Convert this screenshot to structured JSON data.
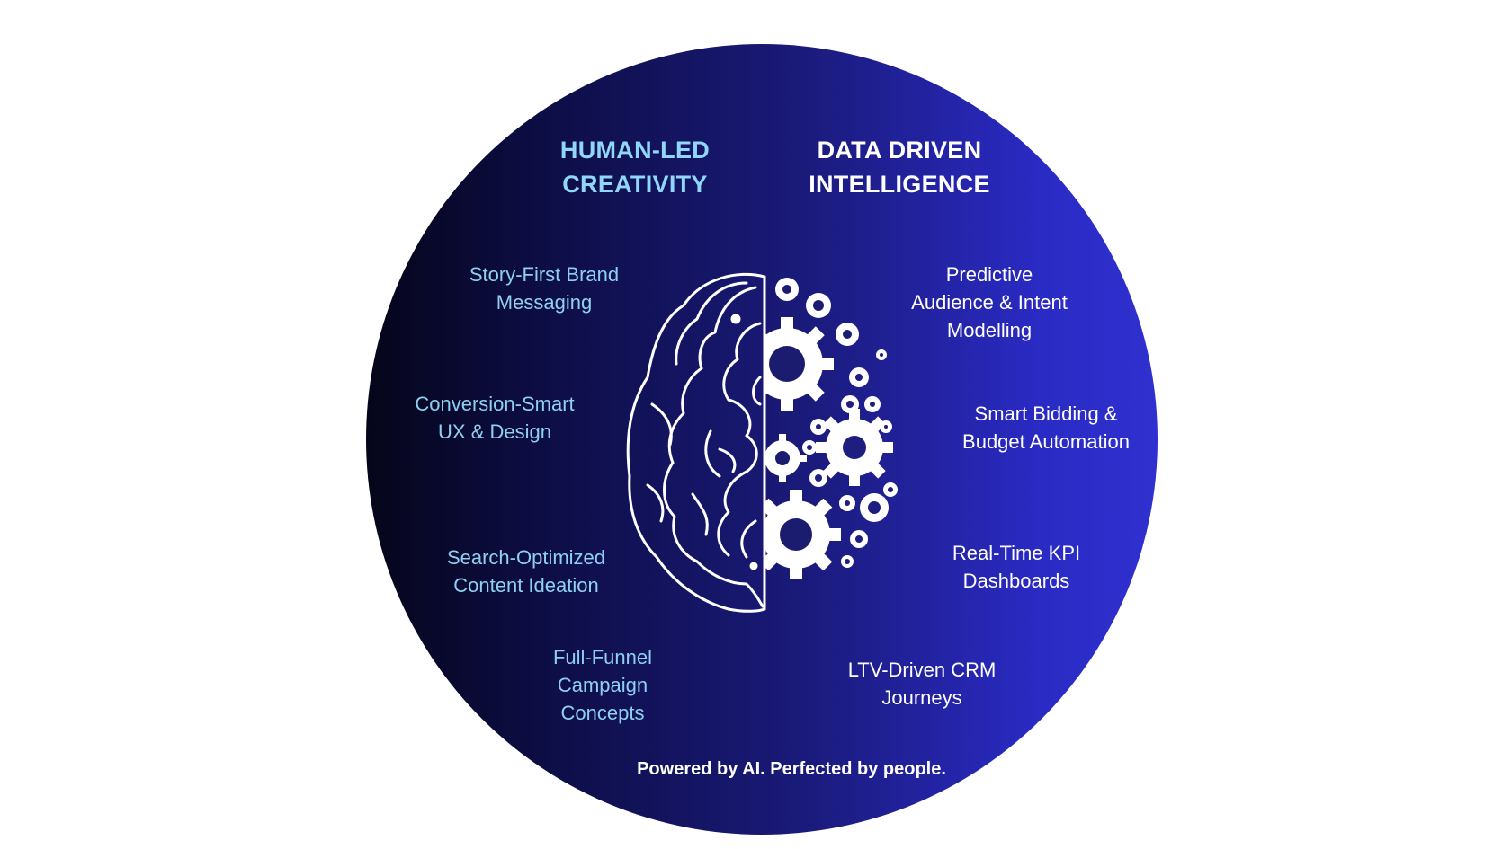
{
  "headings": {
    "left": "HUMAN-LED\nCREATIVITY",
    "right": "DATA DRIVEN\nINTELLIGENCE"
  },
  "left_items": [
    "Story-First Brand\nMessaging",
    "Conversion-Smart\nUX & Design",
    "Search-Optimized\nContent Ideation",
    "Full-Funnel\nCampaign\nConcepts"
  ],
  "right_items": [
    "Predictive\nAudience & Intent\nModelling",
    "Smart Bidding &\nBudget Automation",
    "Real-Time KPI\nDashboards",
    "LTV-Driven CRM\nJourneys"
  ],
  "tagline": "Powered by AI. Perfected by people.",
  "colors": {
    "left_accent": "#8fd6f7",
    "right_text": "#ffffff",
    "circle_dark": "#05051a",
    "circle_light": "#3030d0"
  },
  "icons": {
    "illustration": "brain-gears-icon"
  }
}
